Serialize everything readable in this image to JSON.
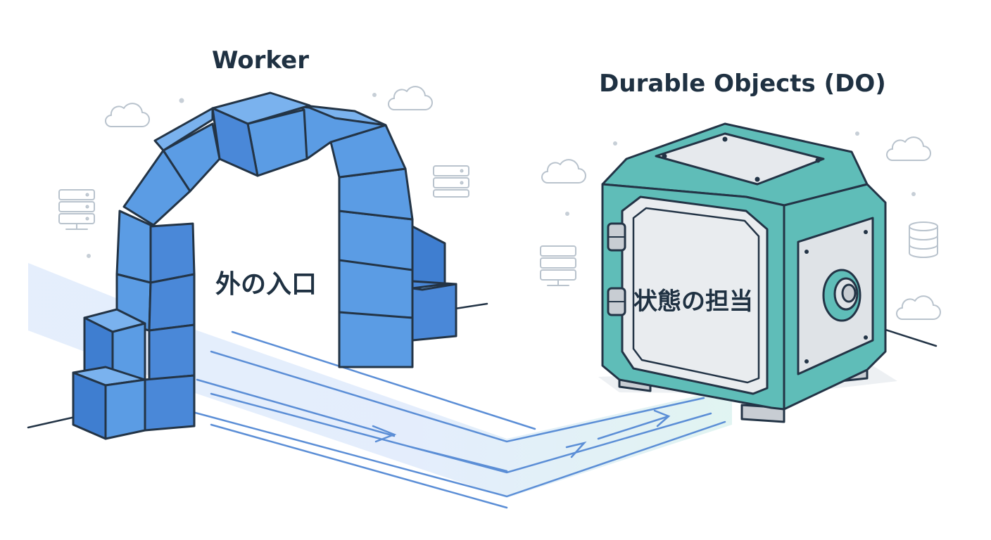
{
  "worker": {
    "title": "Worker",
    "caption": "外の入口"
  },
  "durable_object": {
    "title": "Durable Objects (DO)",
    "caption": "状態の担当"
  },
  "colors": {
    "arch_front": "#5b9ce4",
    "arch_side": "#3f7ed0",
    "arch_top": "#7ab2ee",
    "safe_frame": "#5fbdb8",
    "safe_panel": "#e9ecef",
    "outline": "#233446",
    "flow_line": "#5b8ed6",
    "decoration": "#b9c3cd"
  },
  "icons": [
    "cloud-icon",
    "server-rack-icon",
    "database-icon",
    "dial-icon",
    "hinge-icon"
  ]
}
